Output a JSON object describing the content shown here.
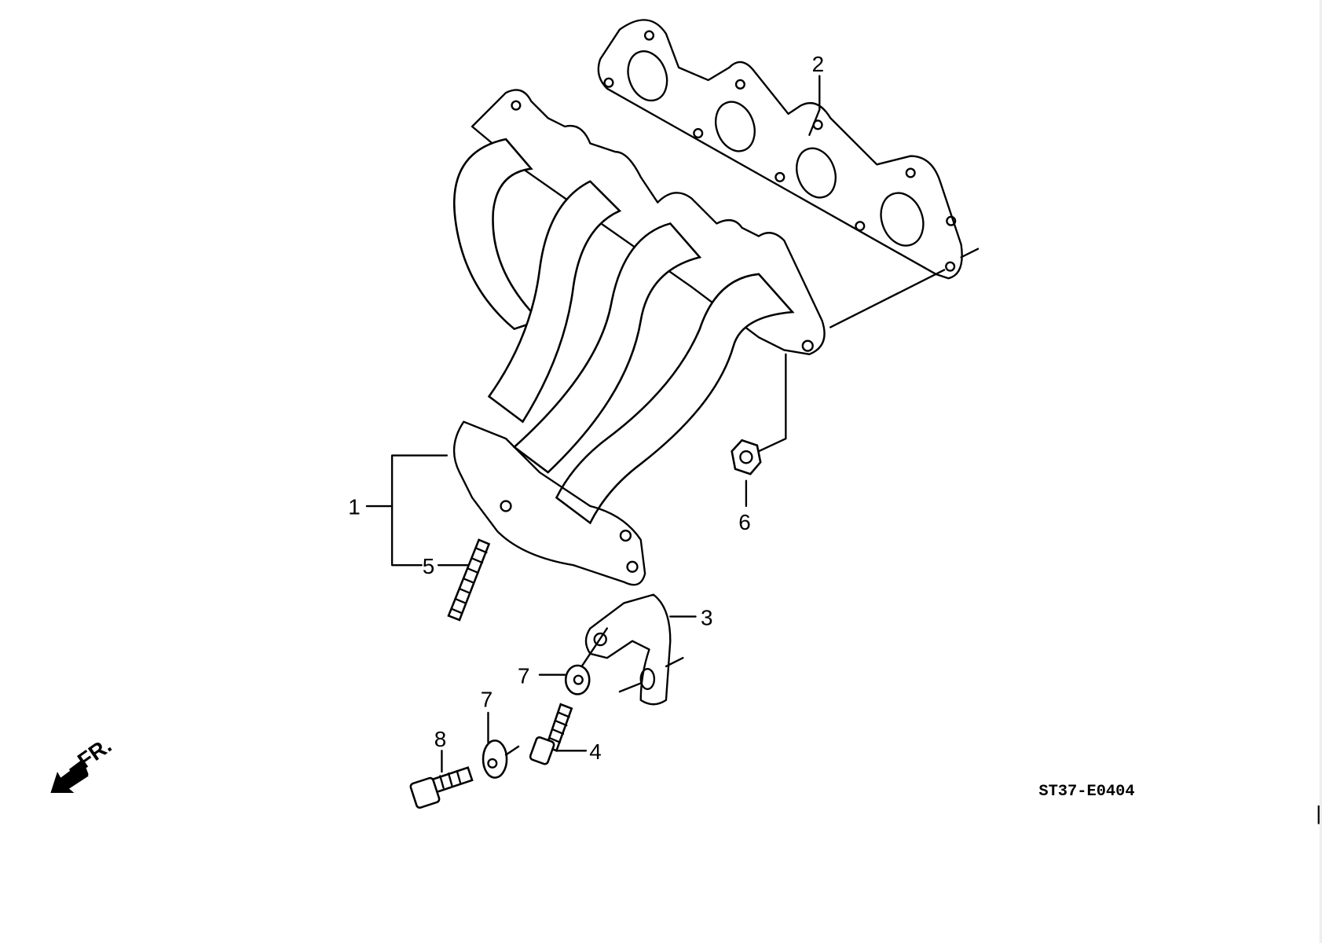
{
  "diagram": {
    "callouts": [
      {
        "id": "callout-1",
        "text": "1"
      },
      {
        "id": "callout-2",
        "text": "2"
      },
      {
        "id": "callout-3",
        "text": "3"
      },
      {
        "id": "callout-4",
        "text": "4"
      },
      {
        "id": "callout-5",
        "text": "5"
      },
      {
        "id": "callout-6",
        "text": "6"
      },
      {
        "id": "callout-7a",
        "text": "7"
      },
      {
        "id": "callout-7b",
        "text": "7"
      },
      {
        "id": "callout-8",
        "text": "8"
      }
    ],
    "front_indicator": "FR.",
    "drawing_code": "ST37-E0404"
  }
}
